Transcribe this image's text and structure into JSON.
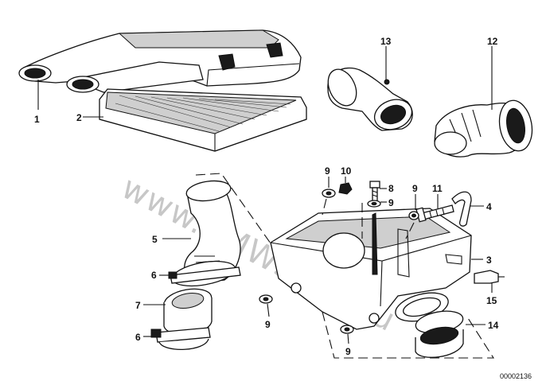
{
  "callouts": [
    "1",
    "2",
    "13",
    "12",
    "9",
    "10",
    "8",
    "9",
    "11",
    "4",
    "9",
    "3",
    "5",
    "6",
    "7",
    "6",
    "9",
    "9",
    "15",
    "14"
  ],
  "reference_number": "00002136",
  "watermark": "www.BMWstore.ru"
}
